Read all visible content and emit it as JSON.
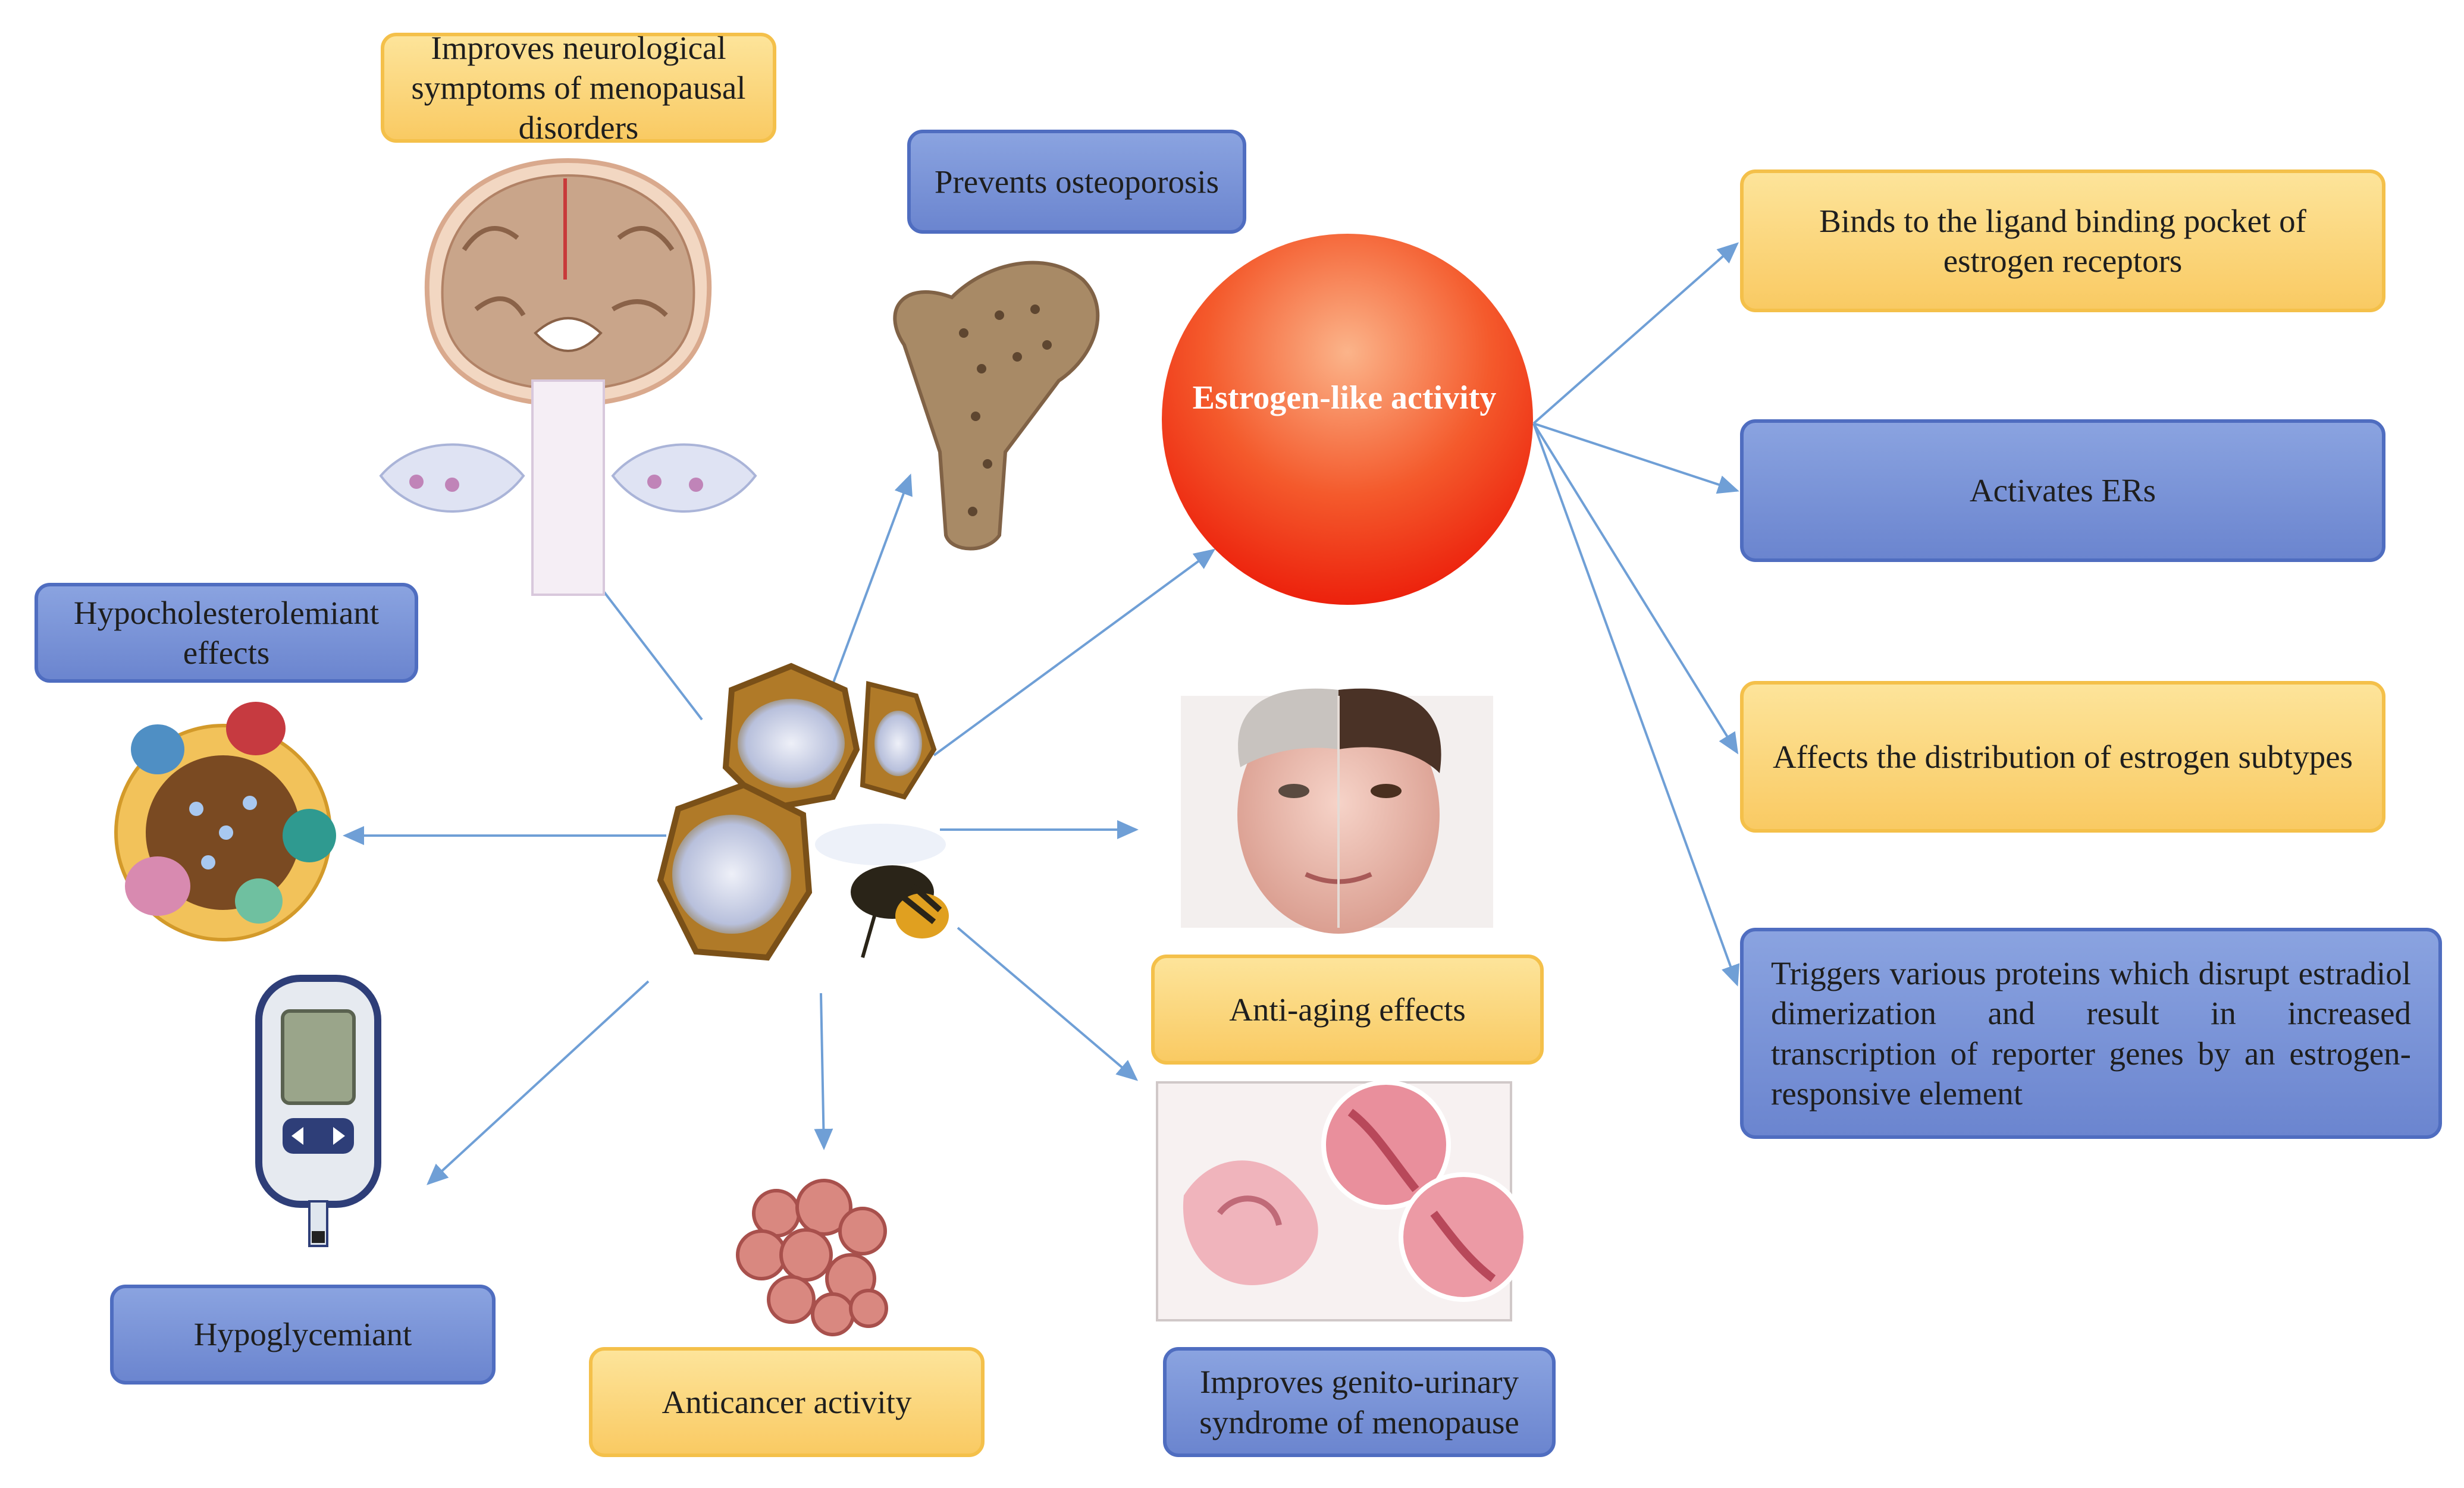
{
  "center": {
    "label": "Estrogen-like activity"
  },
  "nodes": {
    "neuro": "Improves neurological symptoms of menopausal disorders",
    "osteo": "Prevents osteoporosis",
    "hypochol": "Hypocholesterolemiant effects",
    "antiaging": "Anti-aging effects",
    "hypoglyc": "Hypoglycemiant",
    "anticancer": "Anticancer activity",
    "genito": "Improves genito-urinary syndrome of menopause"
  },
  "mechanisms": [
    "Binds to the ligand binding pocket of estrogen receptors",
    "Activates ERs",
    "Affects the distribution of estrogen subtypes",
    "Triggers various proteins which disrupt estradiol dimerization and result in increased transcription of reporter genes by an estrogen-responsive element"
  ],
  "colors": {
    "yellow_box": "#f9ca63",
    "blue_box": "#6b85cf",
    "arrow": "#6f9fd6",
    "circle": "#f03a1a"
  }
}
